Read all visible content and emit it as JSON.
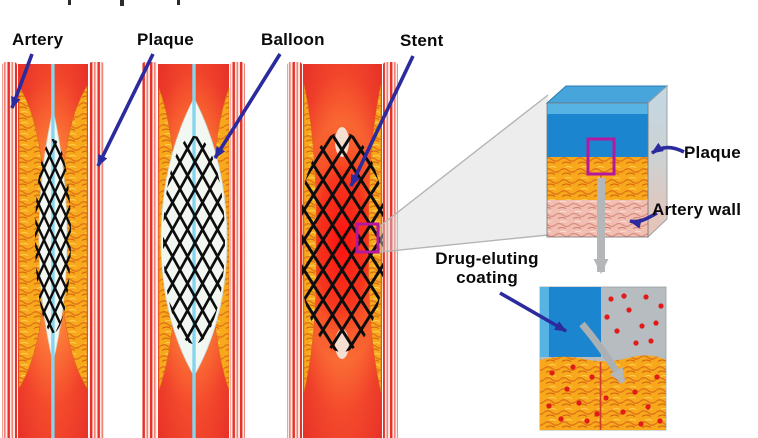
{
  "figure": {
    "subject": "Drug-eluting stent deployment in an artery with magnified coating detail"
  },
  "labels": {
    "artery": "Artery",
    "plaque": "Plaque",
    "balloon": "Balloon",
    "stent": "Stent",
    "plaque_inset": "Plaque",
    "artery_wall": "Artery wall",
    "drug_coating_line1": "Drug-eluting",
    "drug_coating_line2": "coating"
  },
  "colors": {
    "label_arrow_navy": "#2b2b9e",
    "artery_wall_red": "#e73128",
    "plaque_orange": "#f7a81b",
    "balloon_white": "#f3f7f1",
    "catheter_light_blue": "#86d5ef",
    "stent_mesh_black": "#0d0d0d",
    "magnifier_box_magenta": "#b5179e",
    "stent_strut_blue": "#1b86cf",
    "artery_wall_pink": "#f2beb2",
    "drug_dot_red": "#e11a1a",
    "zoom_arrow_gray": "#b3b7ba"
  }
}
